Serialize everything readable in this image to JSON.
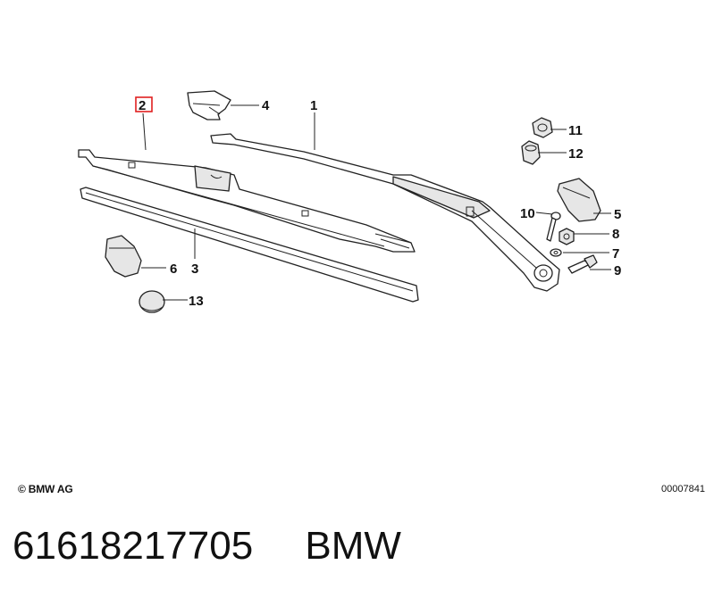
{
  "diagram": {
    "callouts": [
      {
        "id": "1",
        "label": "1"
      },
      {
        "id": "2",
        "label": "2",
        "highlight": "#e02020"
      },
      {
        "id": "3",
        "label": "3"
      },
      {
        "id": "4",
        "label": "4"
      },
      {
        "id": "5",
        "label": "5"
      },
      {
        "id": "6",
        "label": "6"
      },
      {
        "id": "7",
        "label": "7"
      },
      {
        "id": "8",
        "label": "8"
      },
      {
        "id": "9",
        "label": "9"
      },
      {
        "id": "10",
        "label": "10"
      },
      {
        "id": "11",
        "label": "11"
      },
      {
        "id": "12",
        "label": "12"
      },
      {
        "id": "13",
        "label": "13"
      }
    ],
    "copyright": "© BMW AG",
    "document_number": "00007841"
  },
  "footer": {
    "part_number": "61618217705",
    "brand": "BMW"
  },
  "colors": {
    "highlight": "#e02020",
    "ink": "#111111"
  }
}
